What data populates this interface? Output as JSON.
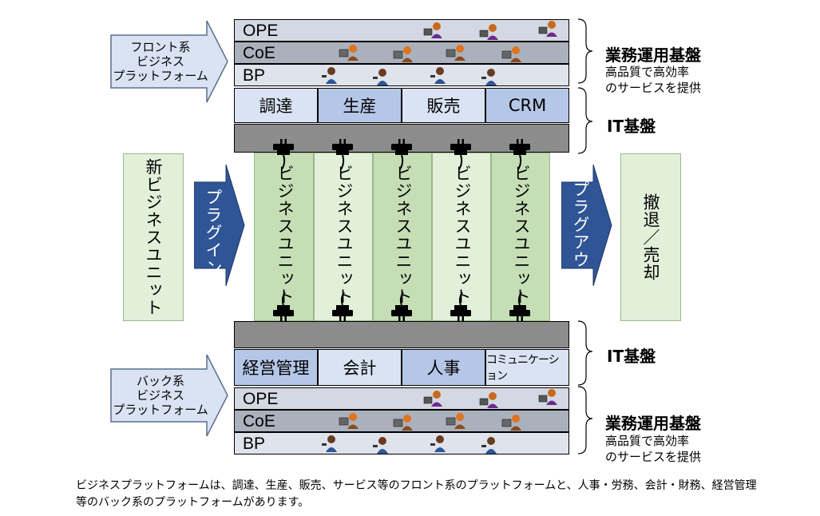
{
  "front_arrow": {
    "label": "フロント系\nビジネス\nプラットフォーム"
  },
  "back_arrow": {
    "label": "バック系\nビジネス\nプラットフォーム"
  },
  "top_bands": {
    "ope": "OPE",
    "coe": "CoE",
    "bp": "BP"
  },
  "bottom_bands": {
    "ope": "OPE",
    "coe": "CoE",
    "bp": "BP"
  },
  "front_functions": [
    "調達",
    "生産",
    "販売",
    "CRM"
  ],
  "back_functions": [
    "経営管理",
    "会計",
    "人事",
    "コミュニケーション"
  ],
  "business_units": [
    "ビジネスユニット",
    "ビジネスユニット",
    "ビジネスユニット",
    "ビジネスユニット",
    "ビジネスユニット"
  ],
  "new_unit": "新ビジネスユニット",
  "plugin": "プラグイン",
  "plugout": "プラグアウト",
  "exit": "撤退／売却",
  "right_labels": {
    "ops_top": "業務運用基盤",
    "ops_top_sub1": "高品質で高効率",
    "ops_top_sub2": "のサービスを提供",
    "it_top": "IT基盤",
    "it_bottom": "IT基盤",
    "ops_bottom": "業務運用基盤",
    "ops_bottom_sub1": "高品質で高効率",
    "ops_bottom_sub2": "のサービスを提供"
  },
  "caption": {
    "line1": "ビジネスプラットフォームは、調達、生産、販売、サービス等のフロント系のプラットフォームと、人事・労務、会計・財務、経営管理",
    "line2": "等のバック系のプラットフォームがあります。"
  },
  "colors": {
    "navy_arrow": "#2f5597",
    "ope_band": "#d3d8e3",
    "coe_band": "#aab1bd",
    "bp_band": "#dfe3ec",
    "unit_green": "#c5deb5",
    "unit_light": "#e2efd9",
    "platform_gray": "#8c8c8c"
  }
}
